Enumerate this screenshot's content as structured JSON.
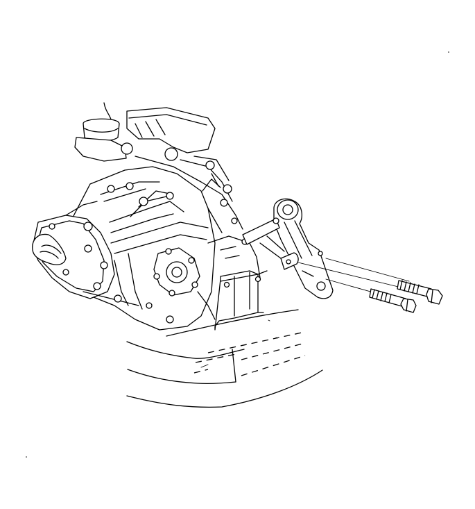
{
  "figure": {
    "colors": {
      "line": "#000000",
      "background": "#ffffff"
    },
    "parts": [
      {
        "name": "transaxle-assembly"
      },
      {
        "name": "engine-block"
      },
      {
        "name": "mount-bracket"
      },
      {
        "name": "mount-bolt",
        "count": 2
      },
      {
        "name": "vehicle-frame"
      }
    ]
  }
}
